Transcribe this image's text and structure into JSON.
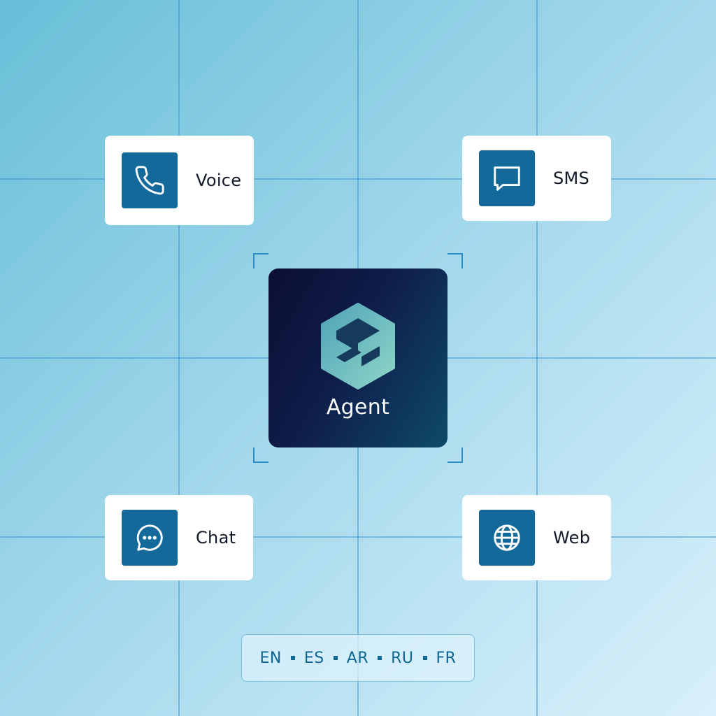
{
  "colors": {
    "icon_tile": "#136a9a",
    "agent_gradient_start": "#0b0f33",
    "agent_gradient_end": "#0e4a6a",
    "logo_gradient_start": "#4fa3b8",
    "logo_gradient_end": "#8fd6c8",
    "language_text": "#0f6796"
  },
  "channels": [
    {
      "label": "Voice",
      "icon": "phone-icon"
    },
    {
      "label": "SMS",
      "icon": "message-square-icon"
    },
    {
      "label": "Chat",
      "icon": "chat-bubble-dots-icon"
    },
    {
      "label": "Web",
      "icon": "globe-icon"
    }
  ],
  "agent": {
    "label": "Agent",
    "icon": "hexagon-s-logo-icon"
  },
  "languages": [
    "EN",
    "ES",
    "AR",
    "RU",
    "FR"
  ]
}
